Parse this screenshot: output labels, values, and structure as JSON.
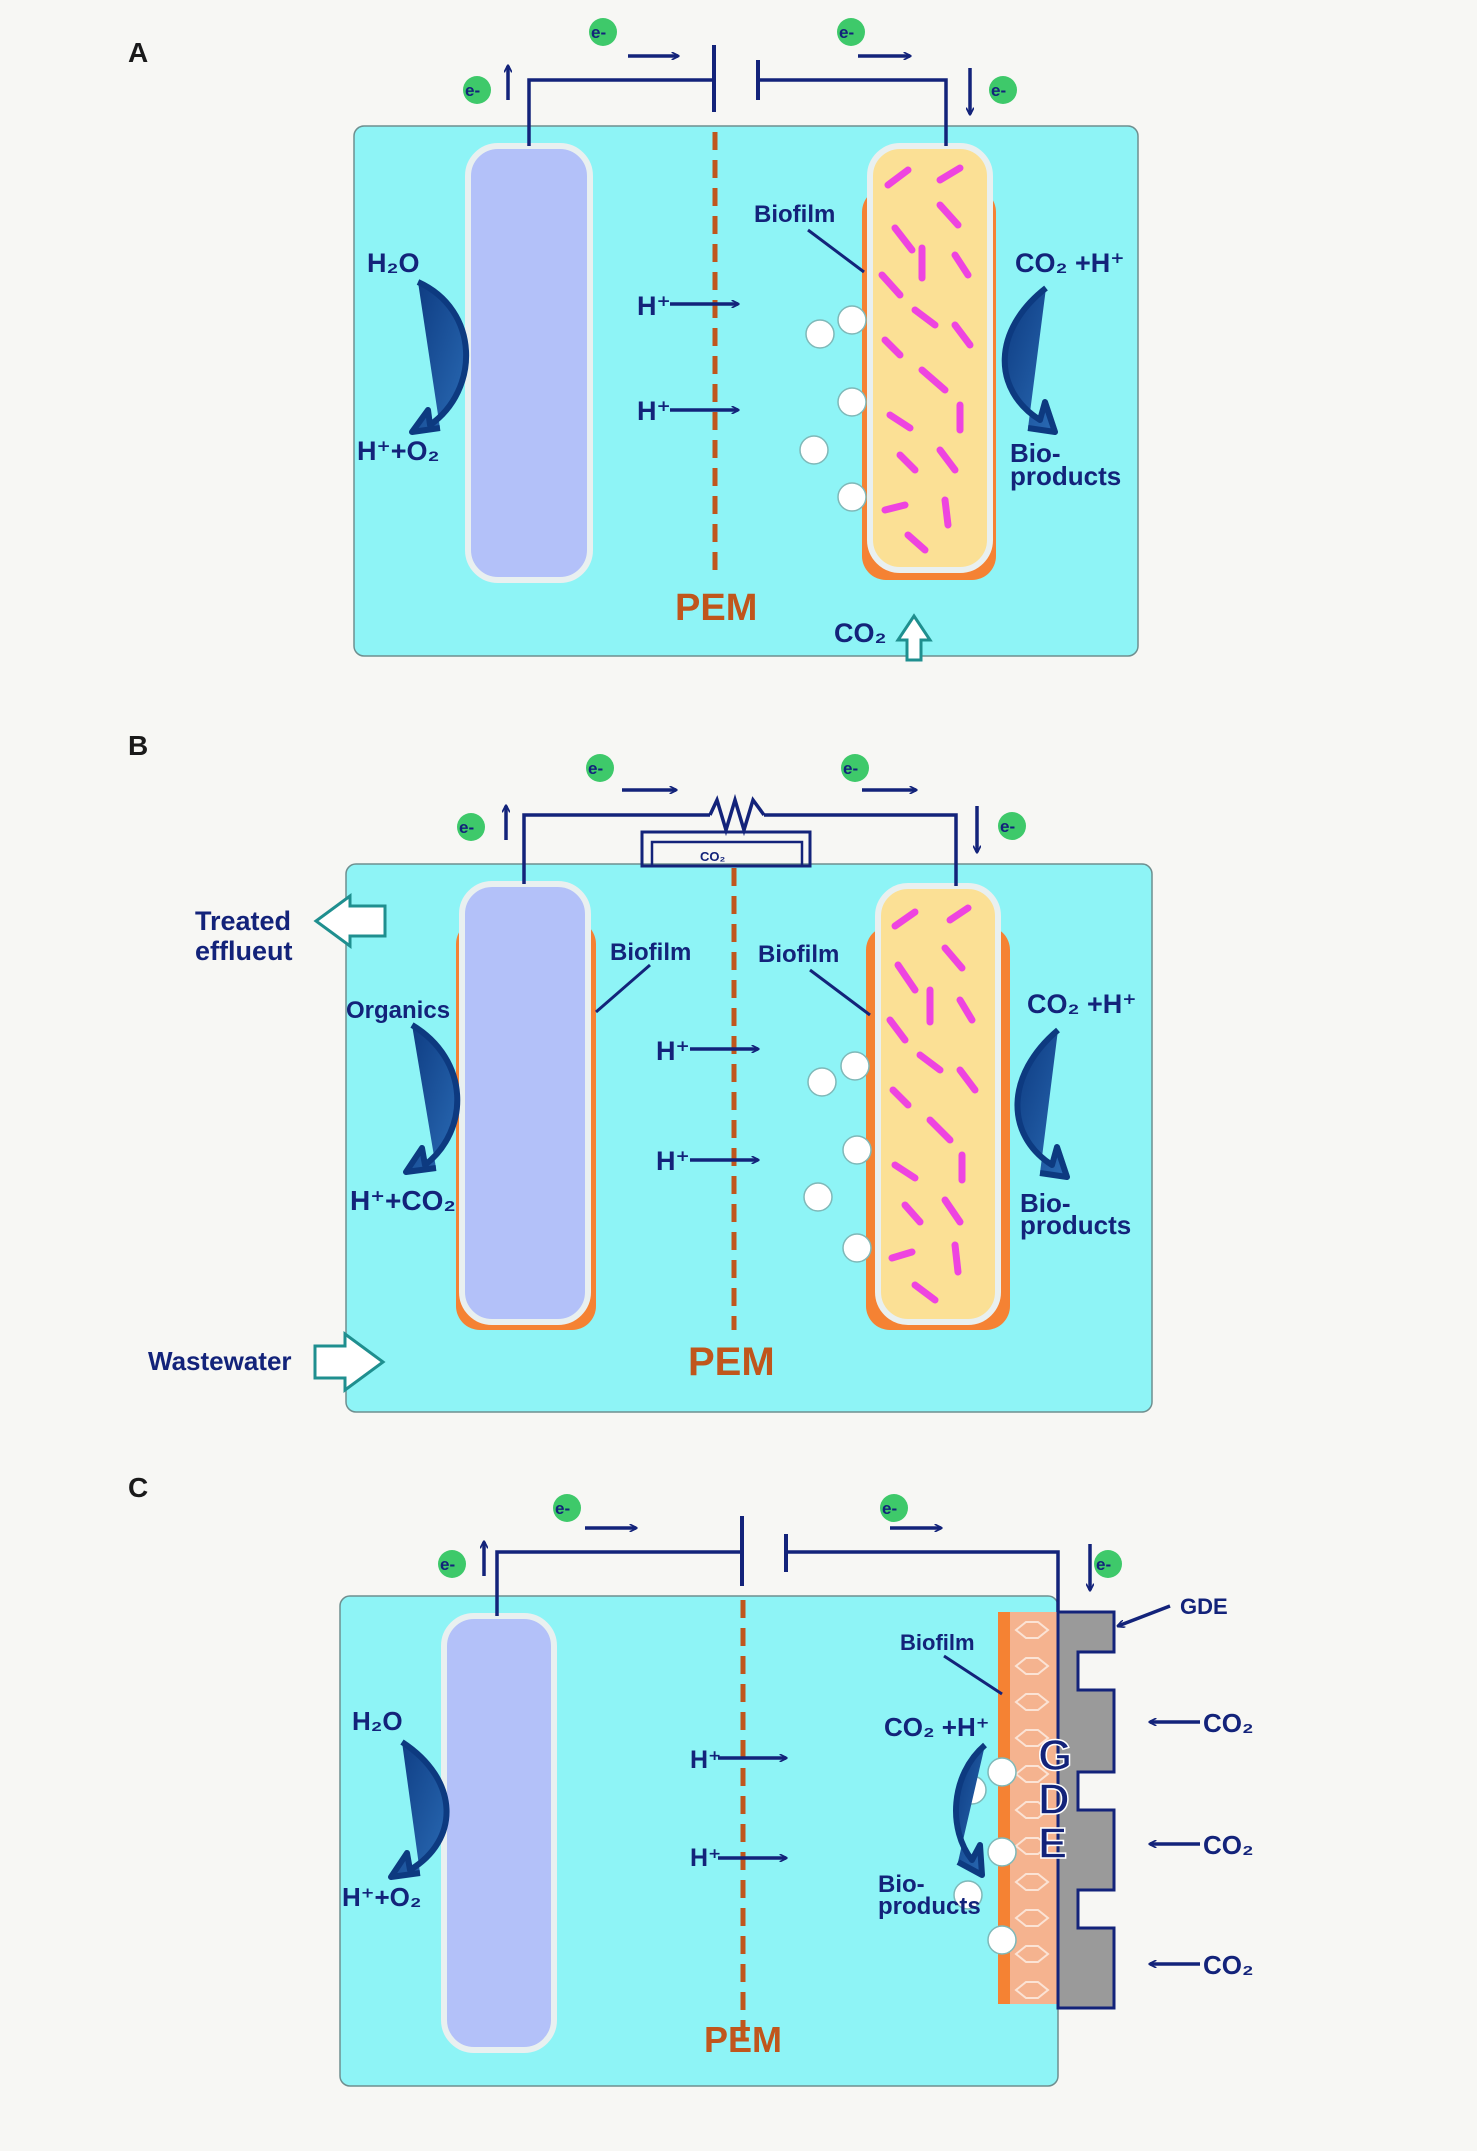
{
  "colors": {
    "chamber": "#8ef4f6",
    "chamber_stroke": "#6f8f8f",
    "anode": "#b3c1f9",
    "biofilm": "#f58233",
    "cathode_fill": "#fbe095",
    "bacteria": "#ee44e0",
    "gde": "#9a9a9a",
    "gde_biofilm": "#f5b38f",
    "wire": "#13237a",
    "pem": "#c0561c",
    "electron": "#3ec96a",
    "bubble": "#ffffff",
    "inlet_arrow": "#1f8f8f"
  },
  "panels": [
    {
      "id": "A",
      "letter": "A",
      "electron": "e-",
      "membrane_label": "PEM",
      "anode_in": "H₂O",
      "anode_out": "H⁺+O₂",
      "proton": "H⁺",
      "cathode_biofilm_label": "Biofilm",
      "cathode_in": "CO₂ +H⁺",
      "cathode_out_1": "Bio-",
      "cathode_out_2": "products",
      "bottom_gas": "CO₂"
    },
    {
      "id": "B",
      "letter": "B",
      "electron": "e-",
      "membrane_label": "PEM",
      "top_co2": "CO₂",
      "anode_biofilm_label": "Biofilm",
      "cathode_biofilm_label": "Biofilm",
      "anode_in": "Organics",
      "anode_out": "H⁺+CO₂",
      "proton": "H⁺",
      "cathode_in": "CO₂ +H⁺",
      "cathode_out_1": "Bio-",
      "cathode_out_2": "products",
      "effluent_1": "Treated",
      "effluent_2": "efflueut",
      "influent": "Wastewater"
    },
    {
      "id": "C",
      "letter": "C",
      "electron": "e-",
      "membrane_label": "PEM",
      "anode_in": "H₂O",
      "anode_out": "H⁺+O₂",
      "proton": "H⁺",
      "cathode_biofilm_label": "Biofilm",
      "cathode_in": "CO₂ +H⁺",
      "cathode_out_1": "Bio-",
      "cathode_out_2": "products",
      "gde_label": "GDE",
      "gde_letters": [
        "G",
        "D",
        "E"
      ],
      "gas_in": "CO₂"
    }
  ]
}
